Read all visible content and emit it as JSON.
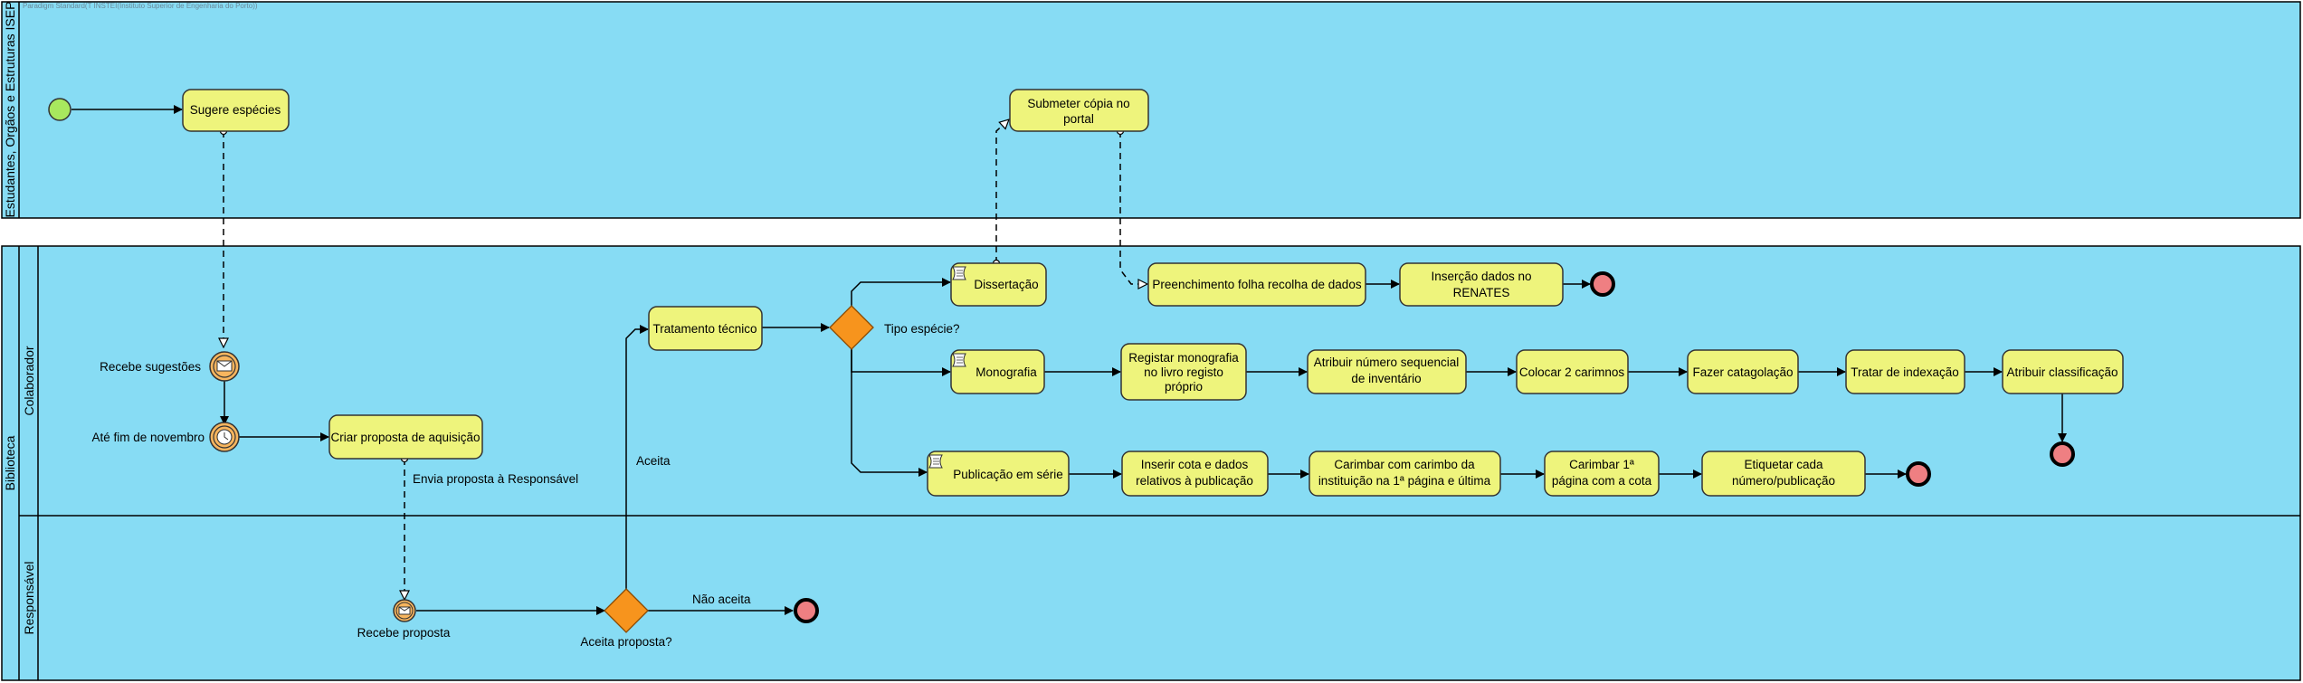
{
  "watermark": "Paradigm Standard(T INSTEI(Instituto Superior de Engenharia do Porto))",
  "pools": {
    "top": {
      "name": "Estudantes, Orgãos e Estruturas ISEP"
    },
    "bottom": {
      "name": "Biblioteca",
      "lanes": [
        "Colaborador",
        "Responsável"
      ]
    }
  },
  "tasks": {
    "sugere": "Sugere espécies",
    "submeter": [
      "Submeter cópia no",
      "portal"
    ],
    "preenchimento": "Preenchimento folha recolha de dados",
    "insercao": [
      "Inserção dados no",
      "RENATES"
    ],
    "tratamento": "Tratamento técnico",
    "dissertacao": "Dissertação",
    "monografia": "Monografia",
    "registar": [
      "Registar monografia",
      "no livro registo",
      "próprio"
    ],
    "atribuir_num": [
      "Atribuir número sequencial",
      "de inventário"
    ],
    "colocar": "Colocar 2 carimnos",
    "fazer": "Fazer catagolação",
    "tratar": "Tratar de indexação",
    "atribuir_class": "Atribuir classificação",
    "criar": "Criar proposta de aquisição",
    "publicacao": "Publicação em série",
    "inserir": [
      "Inserir cota e dados",
      "relativos à publicação"
    ],
    "carimbar": [
      "Carimbar com carimbo da",
      "instituição na 1ª página e última"
    ],
    "carimbar1": [
      "Carimbar 1ª",
      "página com a cota"
    ],
    "etiquetar": [
      "Etiquetar cada",
      "número/publicação"
    ]
  },
  "labels": {
    "recebe_sugestoes": "Recebe sugestões",
    "ate_fim": "Até fim de novembro",
    "envia": "Envia proposta à Responsável",
    "aceita": "Aceita",
    "tipo": "Tipo espécie?",
    "recebe_proposta": "Recebe proposta",
    "aceita_q": "Aceita proposta?",
    "nao_aceita": "Não aceita"
  },
  "colors": {
    "pool": "#87dcf4",
    "task": "#eef47c",
    "gateway": "#f7941d",
    "end": "#ef7f82",
    "start": "#a8e85e",
    "intermediate": "#f7b55e"
  }
}
